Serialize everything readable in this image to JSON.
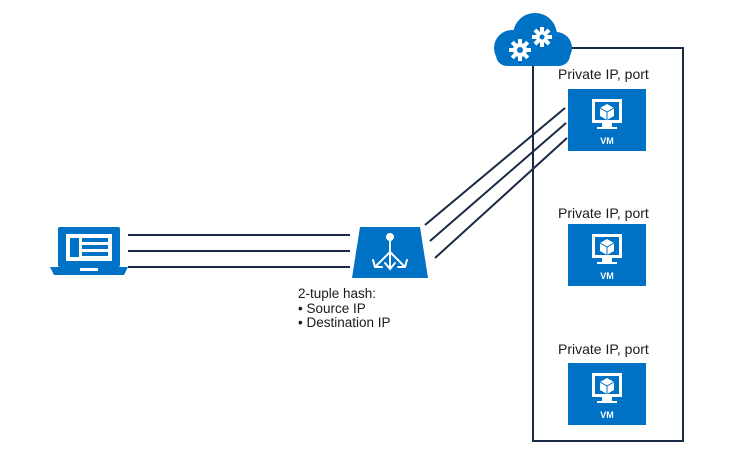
{
  "colors": {
    "accent": "#0072c6",
    "line": "#1b2a44",
    "white": "#ffffff"
  },
  "vm_instances": [
    {
      "label": "Private IP, port",
      "badge": "VM"
    },
    {
      "label": "Private IP, port",
      "badge": "VM"
    },
    {
      "label": "Private IP, port",
      "badge": "VM"
    }
  ],
  "hash_info": {
    "title": "2-tuple hash:",
    "items": [
      "Source IP",
      "Destination IP"
    ]
  },
  "icons": {
    "client": "laptop-icon",
    "balancer": "load-balancer-icon",
    "cloud": "cloud-gear-icon",
    "vm": "monitor-cube-icon"
  }
}
